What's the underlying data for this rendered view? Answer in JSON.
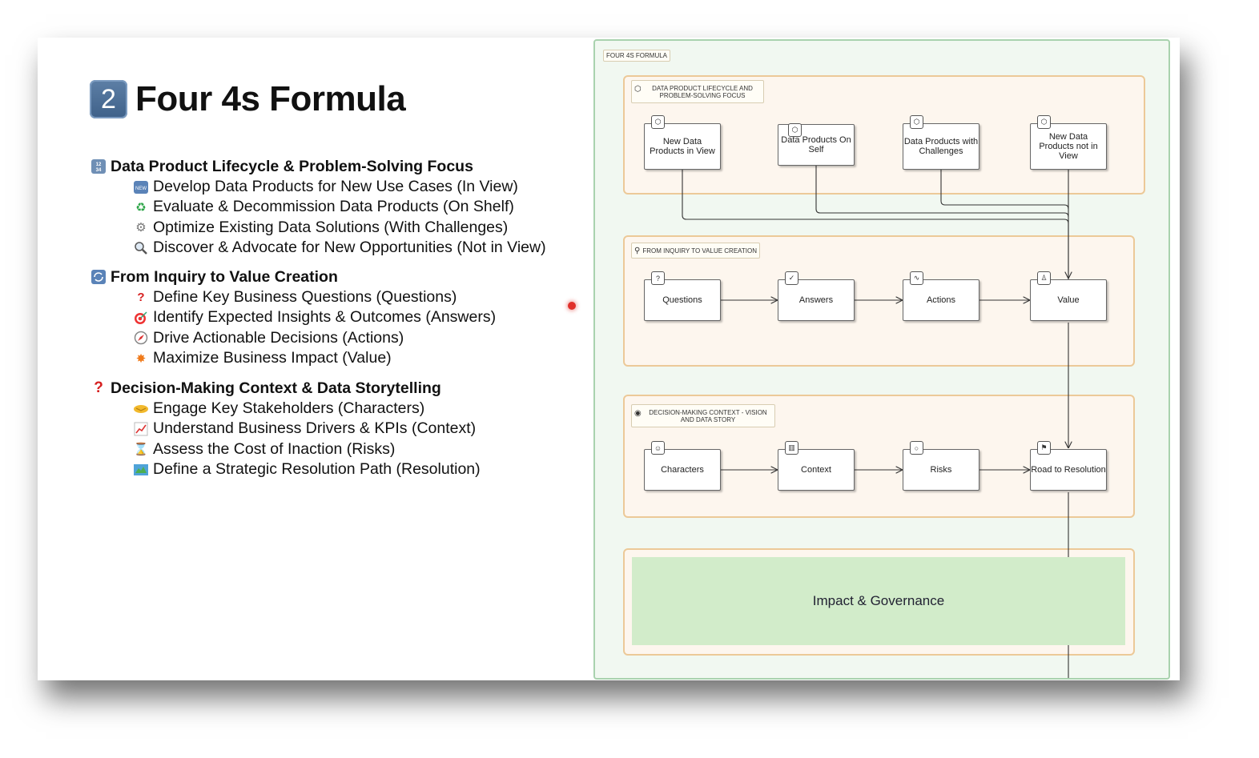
{
  "slide": {
    "number_badge": "2",
    "title": "Four 4s Formula"
  },
  "sections": [
    {
      "heading": "Data Product Lifecycle & Problem-Solving Focus",
      "icon": "numbers-1234-icon",
      "bullets": [
        {
          "icon": "new-badge-icon",
          "text": "Develop Data Products for New Use Cases (In View)"
        },
        {
          "icon": "recycle-icon",
          "text": "Evaluate & Decommission Data Products (On Shelf)"
        },
        {
          "icon": "gear-icon",
          "text": "Optimize Existing Data Solutions (With Challenges)"
        },
        {
          "icon": "magnifier-icon",
          "text": "Discover & Advocate for New Opportunities (Not in View)"
        }
      ]
    },
    {
      "heading": "From Inquiry to Value Creation",
      "icon": "refresh-arrows-icon",
      "bullets": [
        {
          "icon": "question-mark-icon",
          "text": "Define Key Business Questions (Questions)"
        },
        {
          "icon": "target-icon",
          "text": "Identify Expected Insights & Outcomes (Answers)"
        },
        {
          "icon": "compass-icon",
          "text": "Drive Actionable Decisions (Actions)"
        },
        {
          "icon": "burst-icon",
          "text": "Maximize Business Impact (Value)"
        }
      ]
    },
    {
      "heading": "Decision-Making Context & Data Storytelling",
      "icon": "question-mark-icon",
      "bullets": [
        {
          "icon": "handshake-icon",
          "text": "Engage Key Stakeholders (Characters)"
        },
        {
          "icon": "chart-increasing-icon",
          "text": "Understand Business Drivers & KPIs  (Context)"
        },
        {
          "icon": "hourglass-icon",
          "text": "Assess the Cost of Inaction (Risks)"
        },
        {
          "icon": "map-icon",
          "text": "Define a Strategic Resolution Path (Resolution)"
        }
      ]
    }
  ],
  "diagram": {
    "label": "FOUR 4S FORMULA",
    "groups": [
      {
        "label": "DATA PRODUCT LIFECYCLE AND PROBLEM-SOLVING FOCUS",
        "nodes": [
          "New Data Products in View",
          "Data Products On Self",
          "Data Products with Challenges",
          "New Data Products not in View"
        ]
      },
      {
        "label": "FROM INQUIRY TO VALUE CREATION",
        "nodes": [
          "Questions",
          "Answers",
          "Actions",
          "Value"
        ]
      },
      {
        "label": "DECISION-MAKING CONTEXT - VISION AND DATA STORY",
        "nodes": [
          "Characters",
          "Context",
          "Risks",
          "Road to Resolution"
        ]
      }
    ],
    "impact": "Impact & Governance"
  },
  "colors": {
    "badge": "#4a6d96",
    "diagram_border": "#a9d2ae",
    "group_border": "#ecc998",
    "impact_fill": "#d2ecca"
  }
}
